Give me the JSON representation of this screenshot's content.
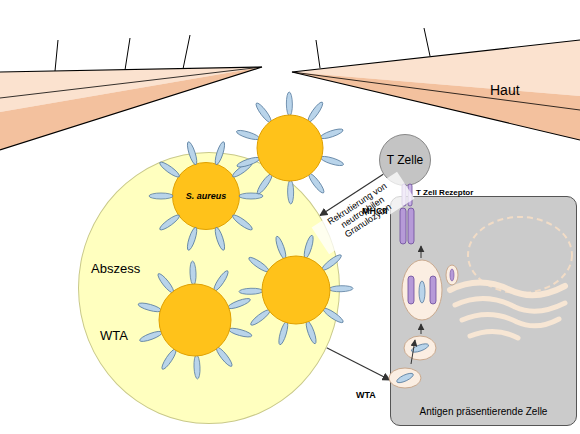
{
  "diagram": {
    "nodes": [
      {
        "text": [
          "Abszess"
        ]
      },
      {
        "text": [
          "S. aureus"
        ],
        "in": 0
      },
      {
        "text": [
          "T Zelle"
        ]
      },
      {
        "text": [
          "Antigen präsentierende Zelle"
        ]
      }
    ],
    "edges": [
      {
        "from": 2,
        "to": 0,
        "arrow": "to",
        "label": "Rekrutierung von neutrophilen Granulozyten"
      },
      {
        "from": 0,
        "to": 3,
        "arrow": "to"
      }
    ],
    "labels": [
      "Haut",
      "WTA",
      "WTA",
      "T Zell Rezeptor",
      "MHCII"
    ]
  }
}
